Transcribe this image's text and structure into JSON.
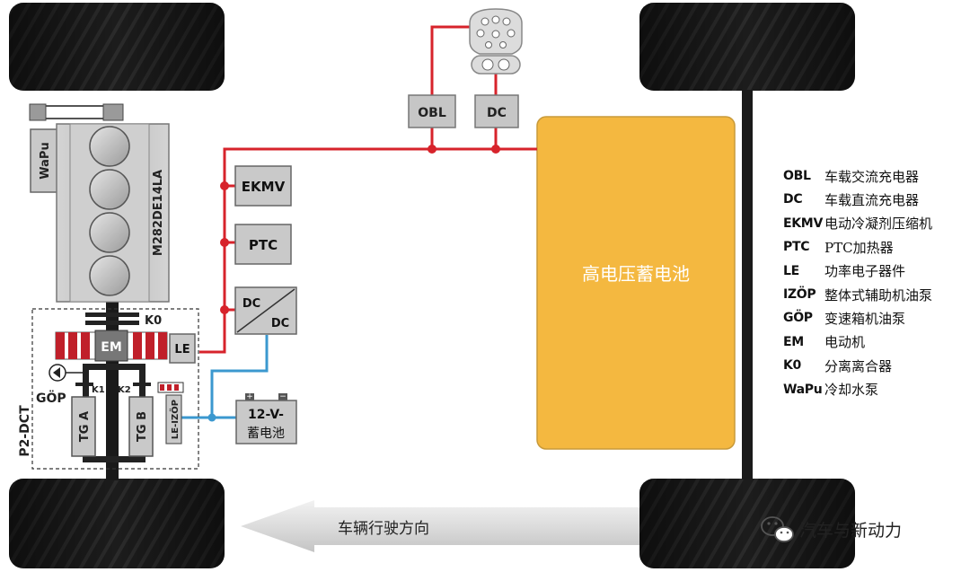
{
  "components": {
    "obl": "OBL",
    "dc_charger": "DC",
    "ekmv": "EKMV",
    "ptc": "PTC",
    "dcdc_top": "DC",
    "dcdc_bottom": "DC",
    "le": "LE",
    "em": "EM",
    "ko": "K0",
    "k1": "K1",
    "k2": "K2",
    "tga": "TG A",
    "tgb": "TG B",
    "le_izop": "LE-IZÖP",
    "gop": "GÖP",
    "wapu": "WaPu",
    "engine_code": "M282DE14LA",
    "p2dct": "P2-DCT",
    "battery_12v_line1": "12-V-",
    "battery_12v_line2": "蓄电池",
    "hv_battery": "高电压蓄电池"
  },
  "direction_label": "车辆行驶方向",
  "watermark": "汽车与新动力",
  "legend": [
    {
      "abbr": "OBL",
      "desc": "车载交流充电器"
    },
    {
      "abbr": "DC",
      "desc": "车载直流充电器"
    },
    {
      "abbr": "EKMV",
      "desc": "电动冷凝剂压缩机"
    },
    {
      "abbr": "PTC",
      "desc": "PTC加热器"
    },
    {
      "abbr": "LE",
      "desc": "功率电子器件"
    },
    {
      "abbr": "IZÖP",
      "desc": "整体式辅助机油泵"
    },
    {
      "abbr": "GÖP",
      "desc": "变速箱机油泵"
    },
    {
      "abbr": "EM",
      "desc": "电动机"
    },
    {
      "abbr": "K0",
      "desc": "分离离合器"
    },
    {
      "abbr": "WaPu",
      "desc": "冷却水泵"
    }
  ],
  "colors": {
    "hv_line": "#d7232b",
    "lv_line": "#3b98cf",
    "battery": "#f4b840",
    "component_gray": "#c9c9c9",
    "tire": "#1a1a1a"
  }
}
